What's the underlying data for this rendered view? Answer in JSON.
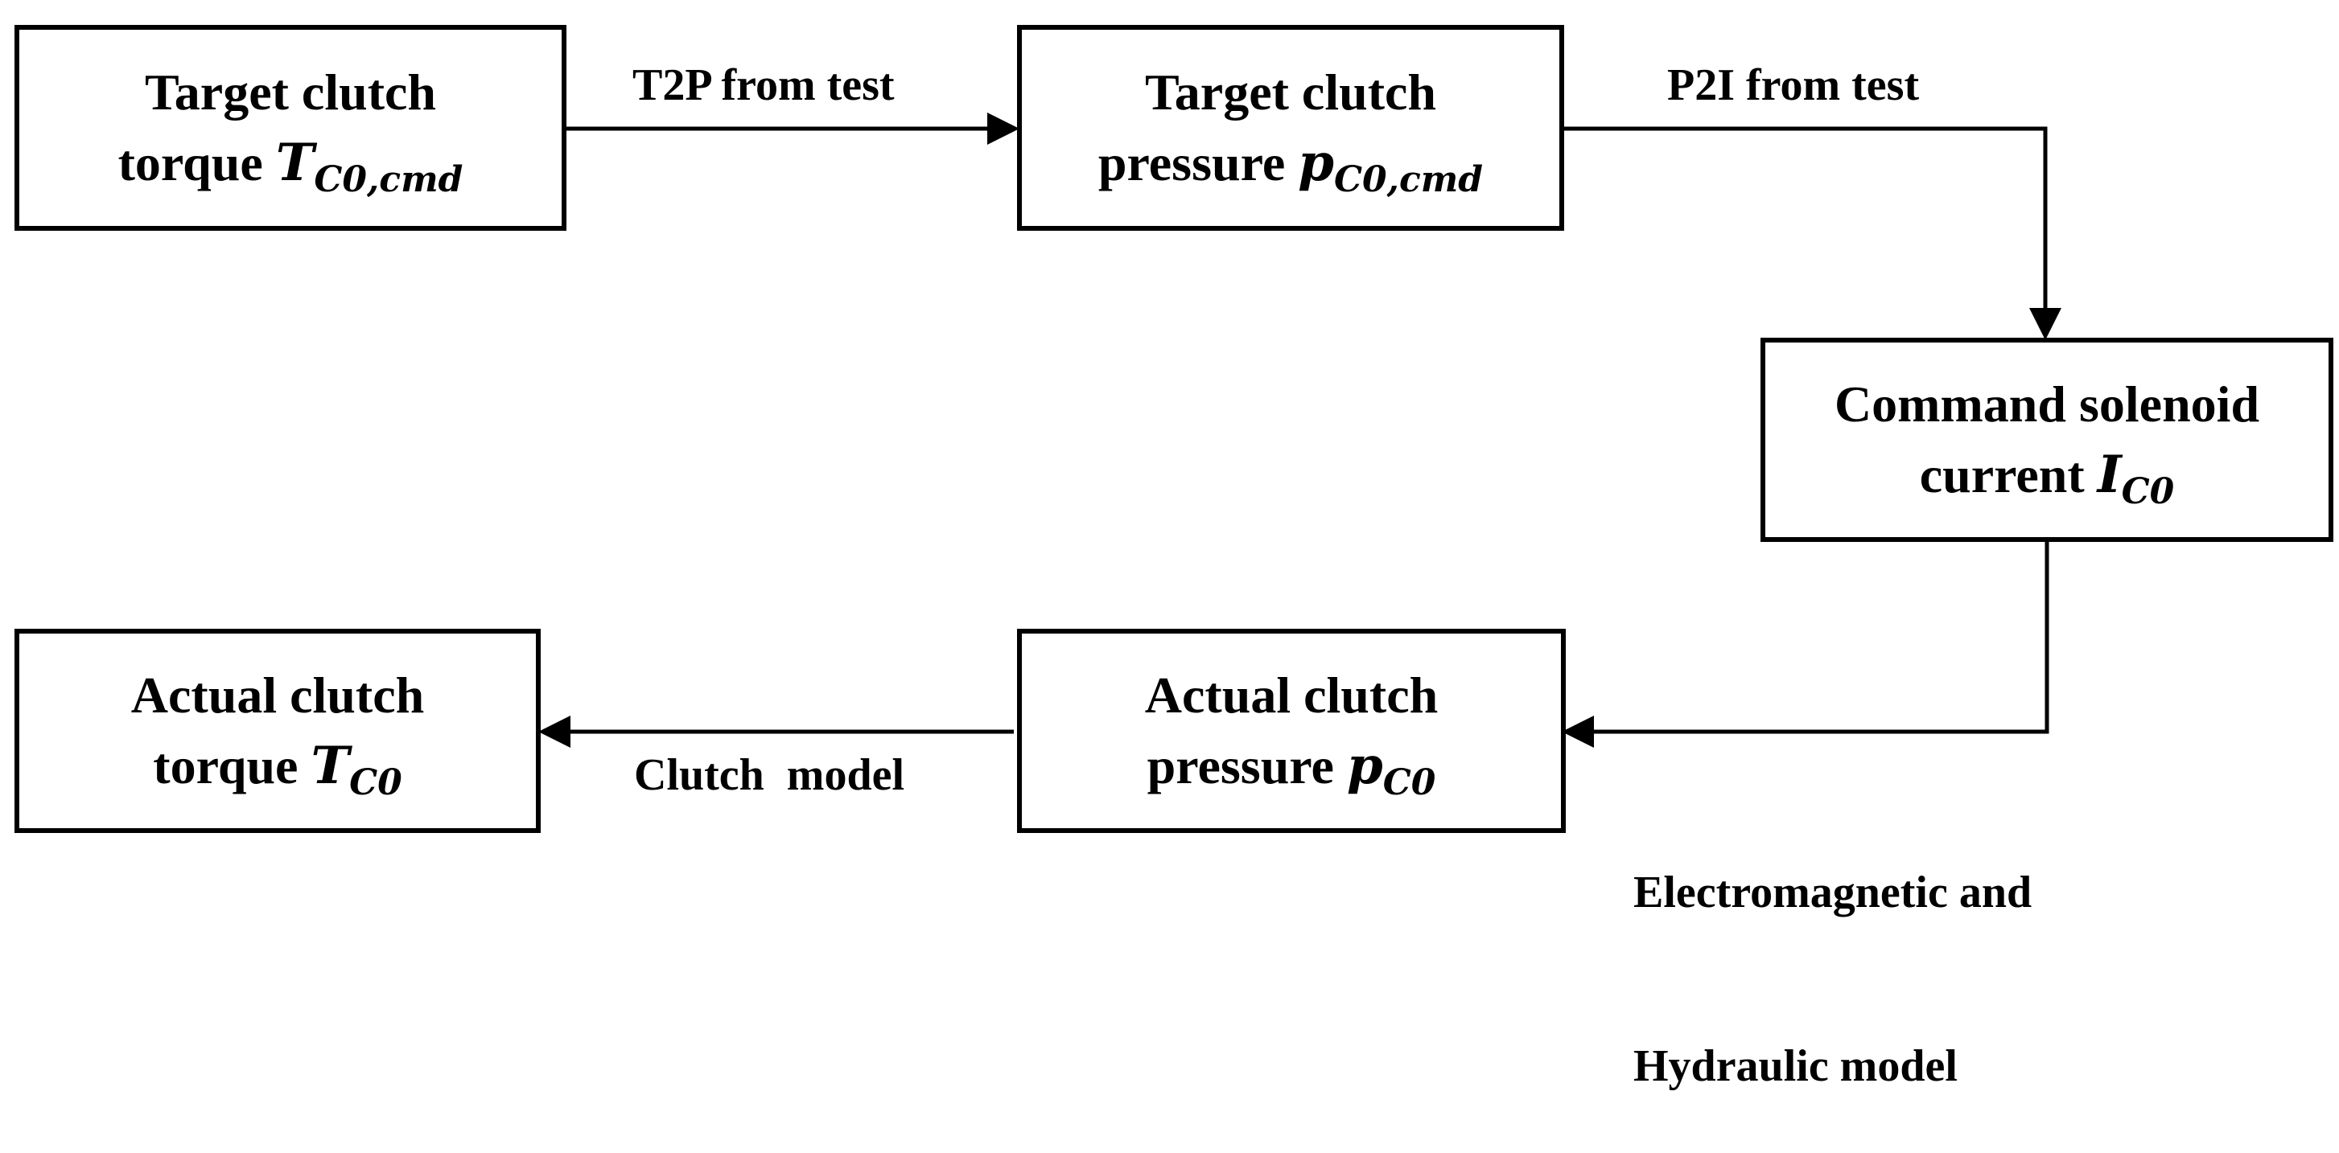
{
  "nodes": {
    "target_torque": {
      "line1": "Target clutch",
      "line2": "torque",
      "sym": "T",
      "sub": "C0,cmd"
    },
    "target_pressure": {
      "line1": "Target clutch",
      "line2": "pressure",
      "sym": "p",
      "sub": "C0,cmd"
    },
    "solenoid_current": {
      "line1": "Command solenoid",
      "line2": "current",
      "sym": "I",
      "sub": "C0"
    },
    "actual_pressure": {
      "line1": "Actual clutch",
      "line2": "pressure",
      "sym": "p",
      "sub": "C0"
    },
    "actual_torque": {
      "line1": "Actual clutch",
      "line2": "torque",
      "sym": "T",
      "sub": "C0"
    }
  },
  "edges": {
    "t2p": "T2P from test",
    "p2i": "P2I from test",
    "em_hydraulic_line1": "Electromagnetic and",
    "em_hydraulic_line2": "Hydraulic model",
    "clutch_model": "Clutch  model"
  }
}
